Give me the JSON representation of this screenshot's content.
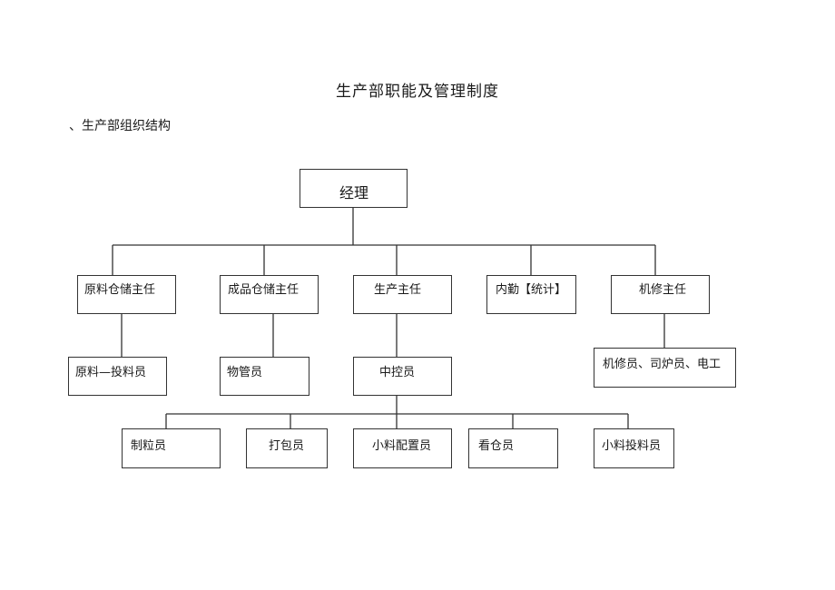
{
  "document": {
    "title": "生产部职能及管理制度",
    "section_heading": "、生产部组织结构"
  },
  "org_chart": {
    "manager": "经理",
    "supervisors": [
      "原料仓储主任",
      "成品仓储主任",
      "生产主任",
      "内勤【统计】",
      "机修主任"
    ],
    "staff": {
      "raw_material": "原料—投料员",
      "finished_goods": "物管员",
      "production": "中控员",
      "maintenance": "机修员、司炉员、电工"
    },
    "production_workers": [
      "制粒员",
      "打包员",
      "小料配置员",
      "看仓员",
      "小料投料员"
    ]
  }
}
